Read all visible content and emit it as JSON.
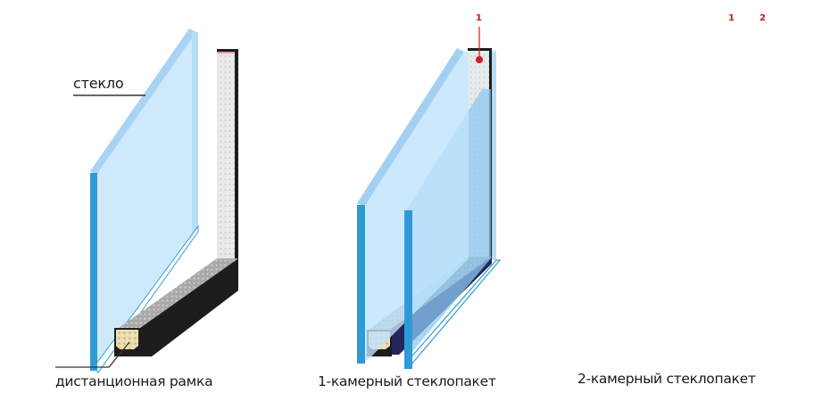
{
  "diagram": {
    "title": "",
    "labels": {
      "glass": "стекло",
      "spacer_frame": "дистанционная рамка",
      "single_chamber": "1-камерный стеклопакет",
      "double_chamber": "2-камерный стеклопакет"
    },
    "chamber_markers": {
      "single": [
        "1"
      ],
      "double": [
        "1",
        "2"
      ]
    },
    "colors": {
      "glass_face": "#c8e6fb",
      "glass_face_inner": "#9fd0f5",
      "glass_edge": "#2f9bd6",
      "frame_dark": "#1c1c1c",
      "frame_navy": "#22265a",
      "frame_top": "#9a9a9a",
      "desiccant": "#e8d9a8",
      "marker_red": "#d21a1f"
    },
    "components": [
      {
        "id": "glass-pane",
        "label": "стекло"
      },
      {
        "id": "spacer-frame",
        "label": "дистанционная рамка"
      },
      {
        "id": "single-unit",
        "label": "1-камерный стеклопакет",
        "chambers": 1
      },
      {
        "id": "double-unit",
        "label": "2-камерный стеклопакет",
        "chambers": 2
      }
    ]
  }
}
